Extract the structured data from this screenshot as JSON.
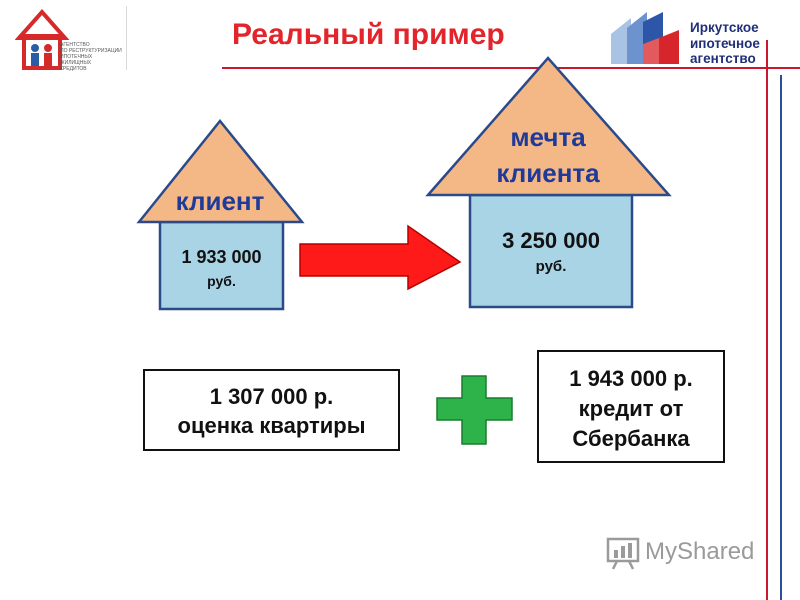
{
  "header": {
    "title": "Реальный пример",
    "left_logo_text": "АГЕНТСТВО\nПО РЕСТРУКТУРИЗАЦИИ\nИПОТЕЧНЫХ ЖИЛИЩНЫХ\nКРЕДИТОВ",
    "right_logo_lines": [
      "Иркутское",
      "ипотечное",
      "агентство"
    ]
  },
  "colors": {
    "title_red": "#e3242b",
    "roof_fill": "#f4b886",
    "house_fill": "#a9d4e6",
    "roof_label": "#1f3a99",
    "arrow_red": "#ff1a1a",
    "plus_green": "#2eb34a"
  },
  "client_house": {
    "roof_label": "клиент",
    "amount": "1 933 000",
    "unit": "руб."
  },
  "dream_house": {
    "roof_line1": "мечта",
    "roof_line2": "клиента",
    "amount": "3 250 000",
    "unit": "руб."
  },
  "apartment_box": {
    "line1": "1 307 000 р.",
    "line2": "оценка квартиры"
  },
  "credit_box": {
    "line1": "1 943 000 р.",
    "line2": "кредит от",
    "line3": "Сбербанка"
  },
  "watermark": {
    "icon": "myshared-chart-icon",
    "text": "MyShared"
  }
}
